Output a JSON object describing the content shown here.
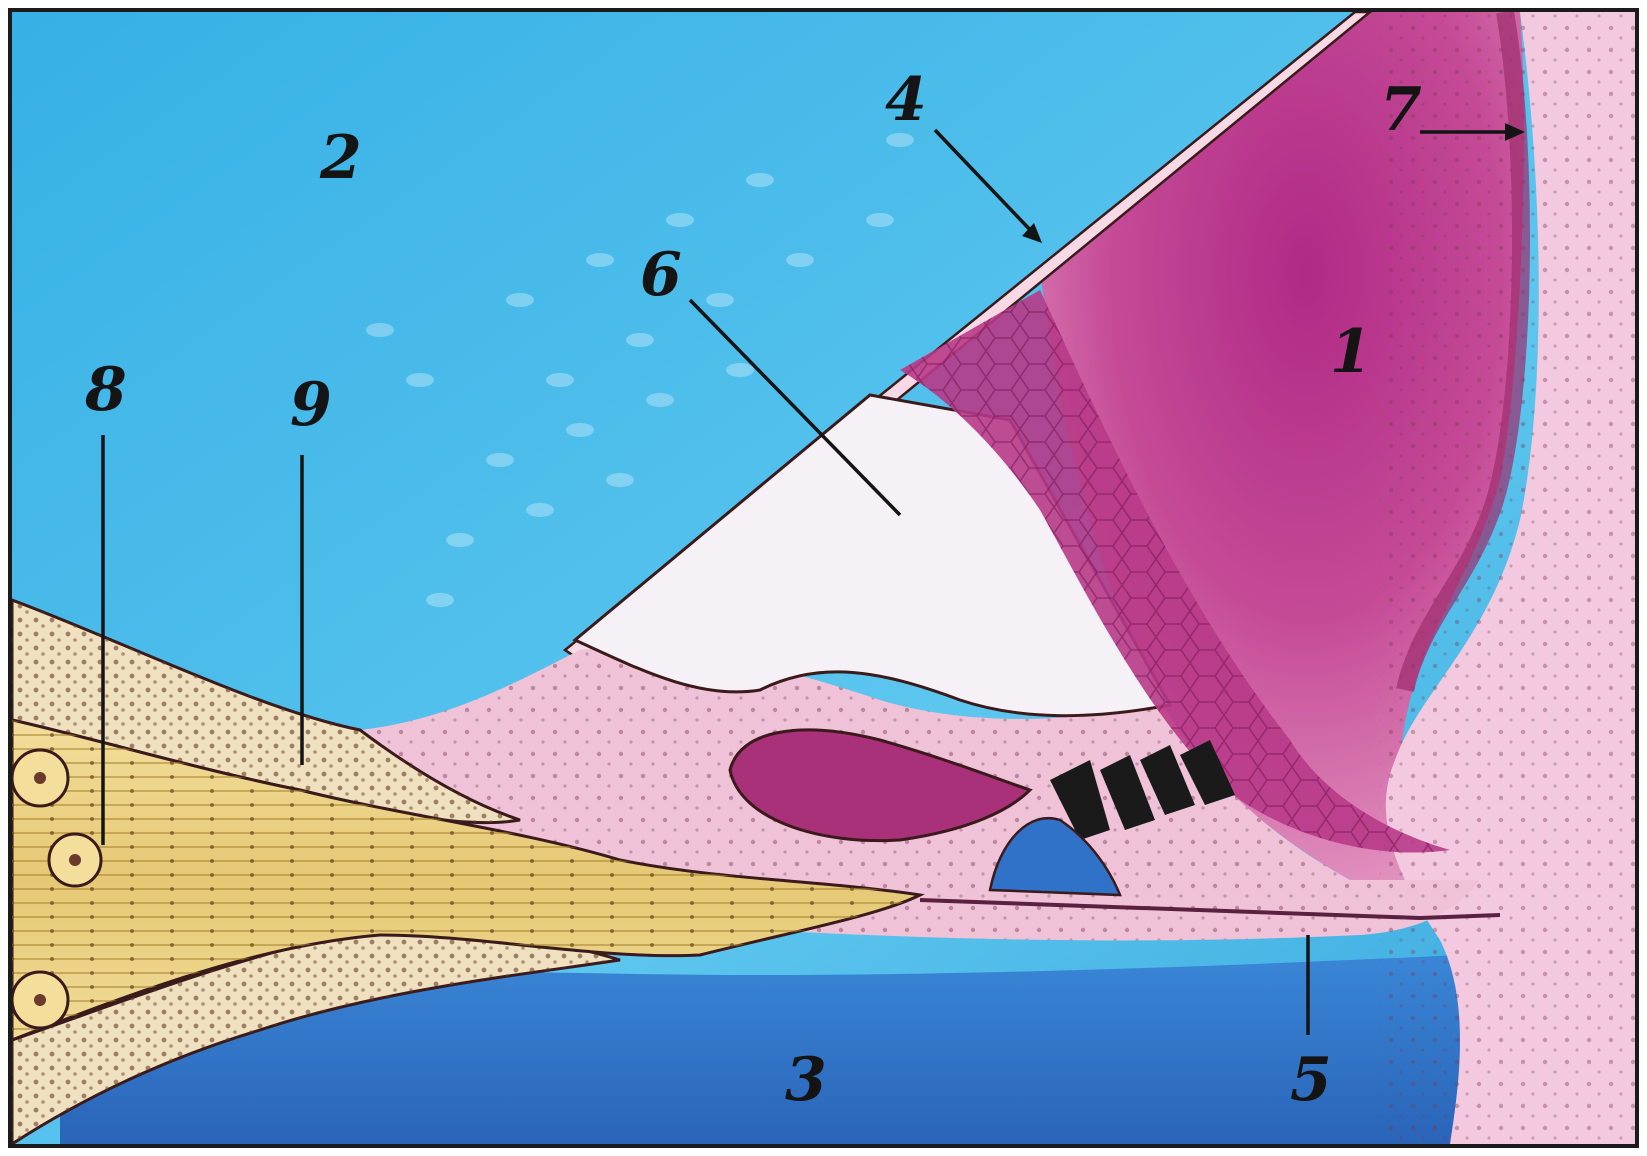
{
  "labels": {
    "l1": "1",
    "l2": "2",
    "l3": "3",
    "l4": "4",
    "l5": "5",
    "l6": "6",
    "l7": "7",
    "l8": "8",
    "l9": "9"
  },
  "colors": {
    "chamber_upper": "#3fb8e8",
    "chamber_lower": "#2f72c8",
    "magenta_region": "#c0347f",
    "pink_tissue": "#f1c4dc",
    "nerve_yellow": "#ead28a",
    "bone_cream": "#efe1bf",
    "white_region": "#f6f2f6",
    "frame": "#1b1b1b"
  }
}
